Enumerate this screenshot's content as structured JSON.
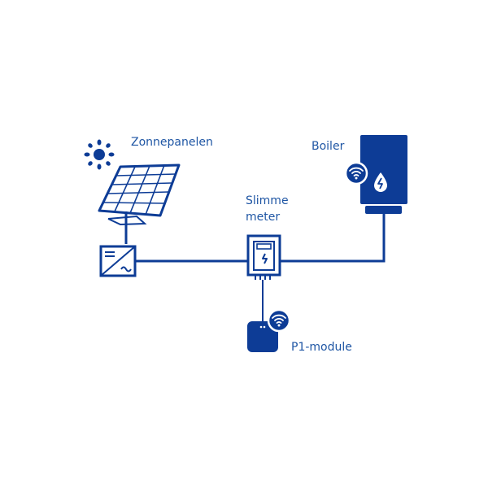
{
  "colors": {
    "primary": "#0d3c96",
    "label": "#1f56a4",
    "background": "#ffffff"
  },
  "nodes": {
    "solar_panels": {
      "label": "Zonnepanelen",
      "icon": "solar-panel-icon"
    },
    "sun": {
      "icon": "sun-icon"
    },
    "inverter": {
      "icon": "inverter-icon"
    },
    "smart_meter": {
      "label_line1": "Slimme",
      "label_line2": "meter",
      "icon": "smart-meter-icon"
    },
    "boiler": {
      "label": "Boiler",
      "icon": "boiler-icon"
    },
    "p1_module": {
      "label": "P1-module",
      "icon": "p1-module-icon"
    }
  }
}
